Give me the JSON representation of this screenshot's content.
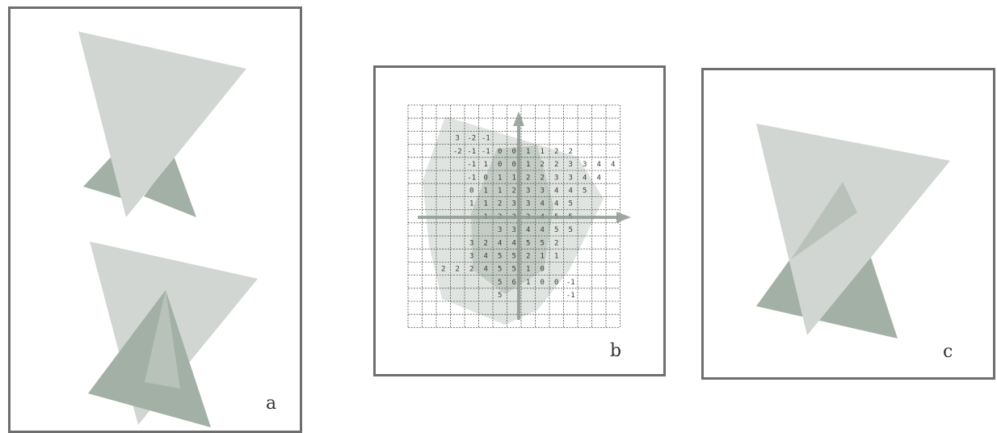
{
  "panels": {
    "a": {
      "label": "a"
    },
    "b": {
      "label": "b"
    },
    "c": {
      "label": "c"
    }
  },
  "colors": {
    "light_triangle": "#d2d6d2",
    "dark_triangle": "#a2b0a6",
    "overlap": "#b8c2ba",
    "frame": "#6e6e6e",
    "grid_line": "#555555",
    "shade_light": "#d8ddd8",
    "shade_dark": "#bcc5be",
    "arrow": "#8e9a92"
  },
  "grid_rows": [
    [
      "",
      "3",
      "-2",
      "-1",
      "",
      "",
      "",
      "",
      "",
      "",
      "",
      "",
      "",
      "",
      ""
    ],
    [
      "",
      "-2",
      "-1",
      "-1",
      "0",
      "0",
      "1",
      "1",
      "2",
      "2",
      "",
      "",
      "",
      "",
      ""
    ],
    [
      "",
      "",
      "-1",
      "1",
      "0",
      "0",
      "1",
      "2",
      "2",
      "3",
      "3",
      "4",
      "4",
      "",
      ""
    ],
    [
      "",
      "",
      "-1",
      "0",
      "1",
      "1",
      "2",
      "2",
      "3",
      "3",
      "4",
      "4",
      "",
      "",
      ""
    ],
    [
      "",
      "",
      "0",
      "1",
      "1",
      "2",
      "3",
      "3",
      "4",
      "4",
      "5",
      "",
      "",
      "",
      ""
    ],
    [
      "",
      "",
      "1",
      "1",
      "2",
      "3",
      "3",
      "4",
      "4",
      "5",
      "",
      "",
      "",
      "",
      ""
    ],
    [
      "",
      "",
      "",
      "1",
      "2",
      "3",
      "3",
      "4",
      "5",
      "5",
      "",
      "",
      "",
      "",
      ""
    ],
    [
      "",
      "",
      "",
      "",
      "3",
      "3",
      "4",
      "4",
      "5",
      "5",
      "",
      "",
      "",
      "",
      ""
    ],
    [
      "",
      "",
      "3",
      "2",
      "4",
      "4",
      "5",
      "5",
      "2",
      "",
      "",
      "",
      "",
      "",
      ""
    ],
    [
      "",
      "",
      "3",
      "4",
      "5",
      "5",
      "2",
      "1",
      "1",
      "",
      "",
      "",
      "",
      "",
      ""
    ],
    [
      "2",
      "2",
      "2",
      "4",
      "5",
      "5",
      "1",
      "0",
      "",
      "",
      "",
      "",
      "",
      "",
      ""
    ],
    [
      "",
      "",
      "",
      "",
      "5",
      "6",
      "1",
      "0",
      "0",
      "-1",
      "",
      "",
      "",
      "",
      ""
    ],
    [
      "",
      "",
      "",
      "",
      "5",
      "",
      "",
      "",
      "",
      "-1",
      "",
      "",
      "",
      "",
      ""
    ]
  ]
}
